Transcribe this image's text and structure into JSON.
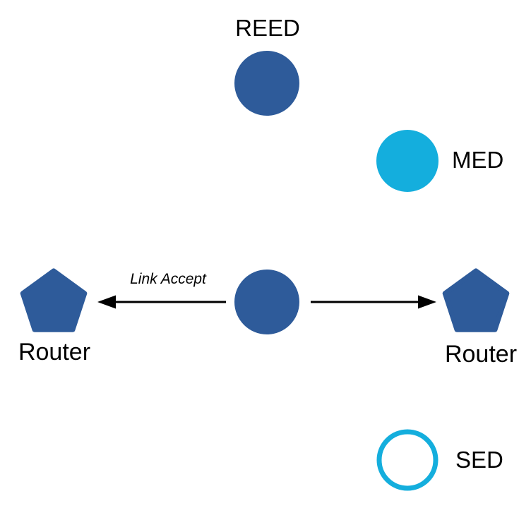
{
  "colors": {
    "primary": "#2E5B9A",
    "accent": "#14AEDD",
    "arrow": "#000000",
    "text": "#000000",
    "background": "#FFFFFF"
  },
  "diagram": {
    "nodes": [
      {
        "id": "reed",
        "label": "REED",
        "shape": "filled-circle",
        "color": "primary"
      },
      {
        "id": "med",
        "label": "MED",
        "shape": "filled-circle",
        "color": "accent"
      },
      {
        "id": "parent",
        "label": "",
        "shape": "filled-circle",
        "color": "primary"
      },
      {
        "id": "router-left",
        "label": "Router",
        "shape": "pentagon",
        "color": "primary"
      },
      {
        "id": "router-right",
        "label": "Router",
        "shape": "pentagon",
        "color": "primary"
      },
      {
        "id": "sed",
        "label": "SED",
        "shape": "outlined-circle",
        "color": "accent"
      }
    ],
    "edges": [
      {
        "from": "parent",
        "to": "router-left",
        "label": "Link Accept",
        "direction": "left"
      },
      {
        "from": "parent",
        "to": "router-right",
        "label": "",
        "direction": "right"
      }
    ]
  }
}
